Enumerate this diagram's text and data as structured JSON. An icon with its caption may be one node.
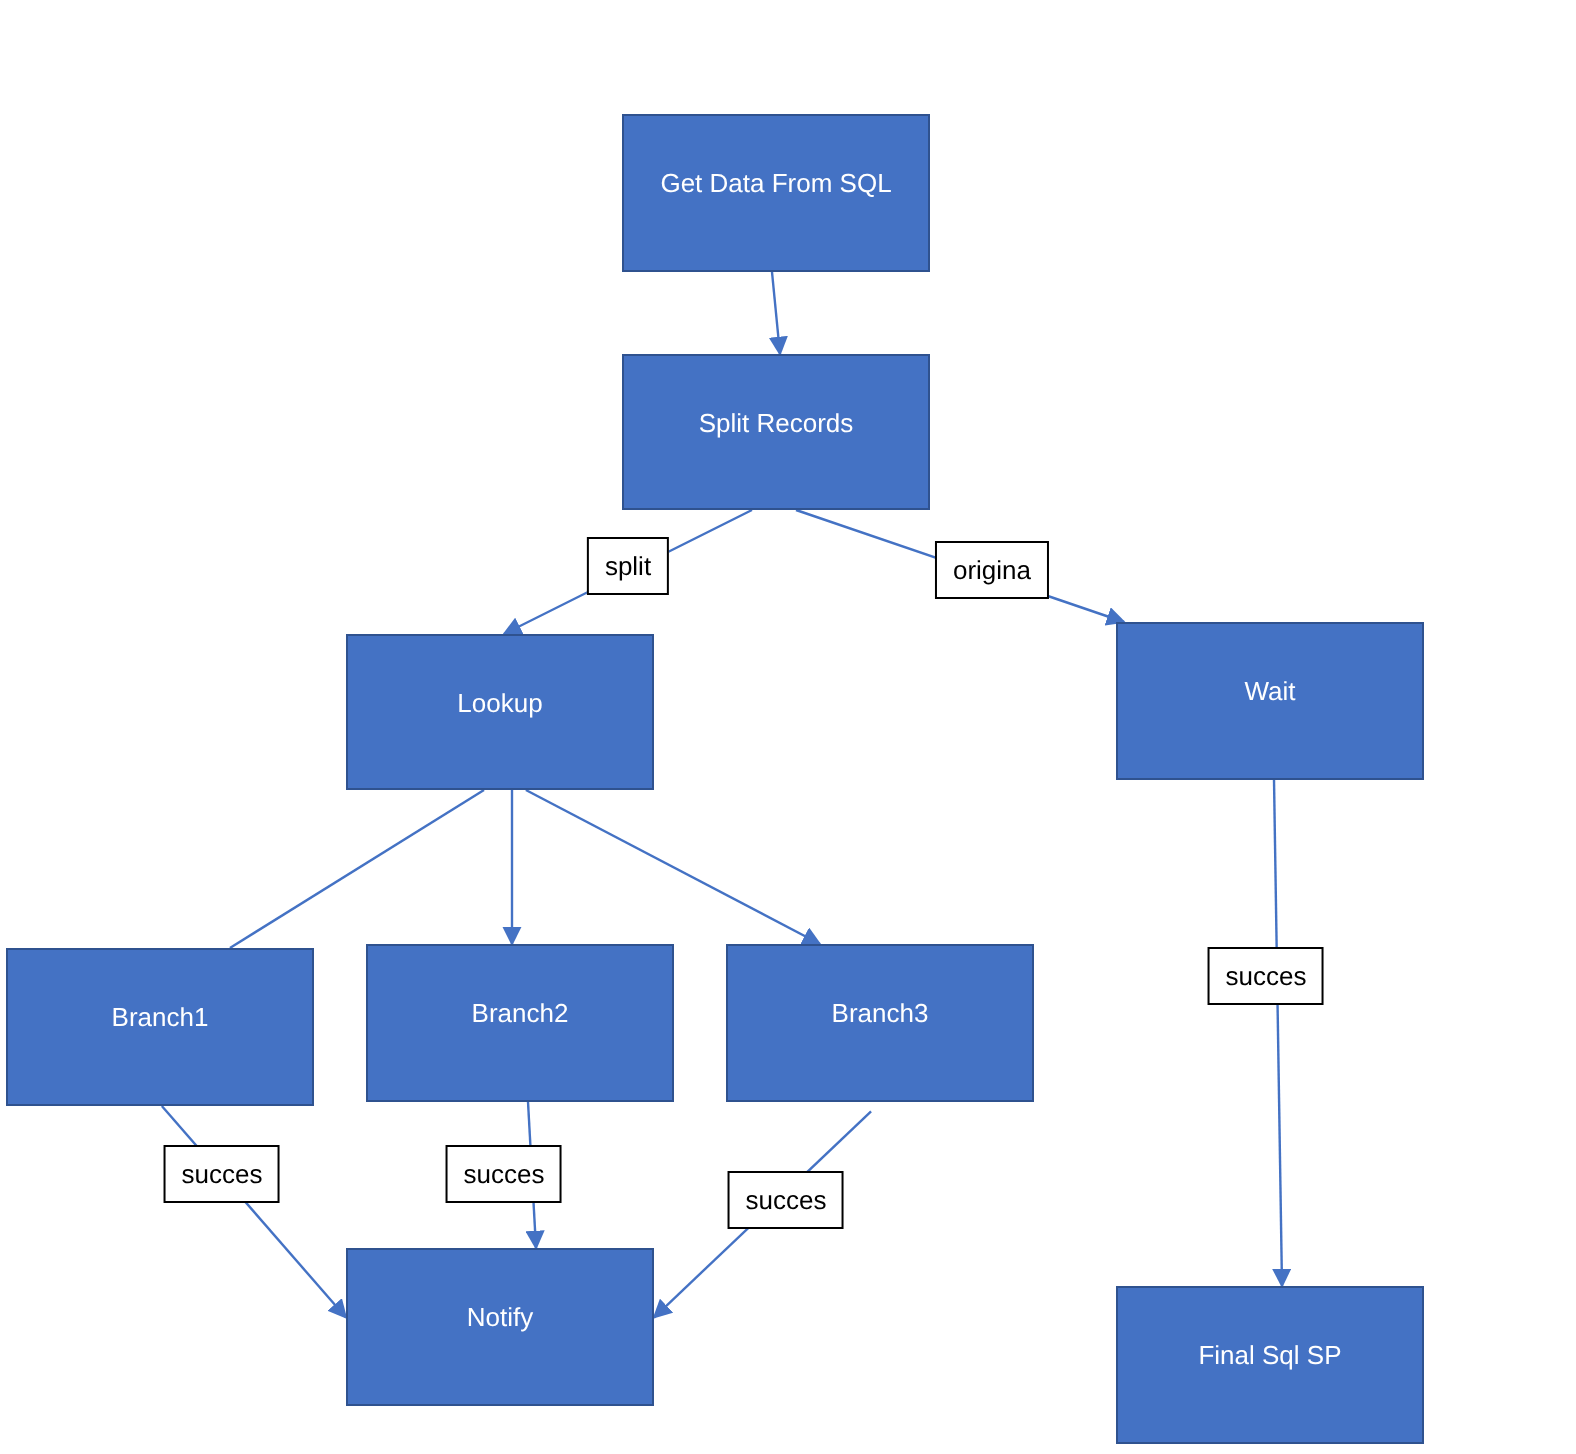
{
  "diagram": {
    "nodes": [
      {
        "text": [
          "Get Data From SQL"
        ]
      },
      {
        "text": [
          "Split Records"
        ]
      },
      {
        "text": [
          "Lookup"
        ]
      },
      {
        "text": [
          "Wait"
        ]
      },
      {
        "text": [
          "Branch1"
        ]
      },
      {
        "text": [
          "Branch2"
        ]
      },
      {
        "text": [
          "Branch3"
        ]
      },
      {
        "text": [
          "Notify"
        ]
      },
      {
        "text": [
          "Final Sql SP"
        ]
      }
    ],
    "edges": [
      {
        "from": 0,
        "to": 1,
        "arrow": "to"
      },
      {
        "from": 1,
        "to": 2,
        "arrow": "to",
        "label": "split"
      },
      {
        "from": 1,
        "to": 3,
        "arrow": "to",
        "label": "origina"
      },
      {
        "from": 2,
        "to": 4,
        "arrow": "none"
      },
      {
        "from": 2,
        "to": 5,
        "arrow": "to"
      },
      {
        "from": 2,
        "to": 6,
        "arrow": "to"
      },
      {
        "from": 4,
        "to": 7,
        "arrow": "to",
        "label": "succes"
      },
      {
        "from": 5,
        "to": 7,
        "arrow": "to",
        "label": "succes"
      },
      {
        "from": 6,
        "to": 7,
        "arrow": "to",
        "label": "succes"
      },
      {
        "from": 3,
        "to": 8,
        "arrow": "to",
        "label": "succes"
      }
    ]
  }
}
